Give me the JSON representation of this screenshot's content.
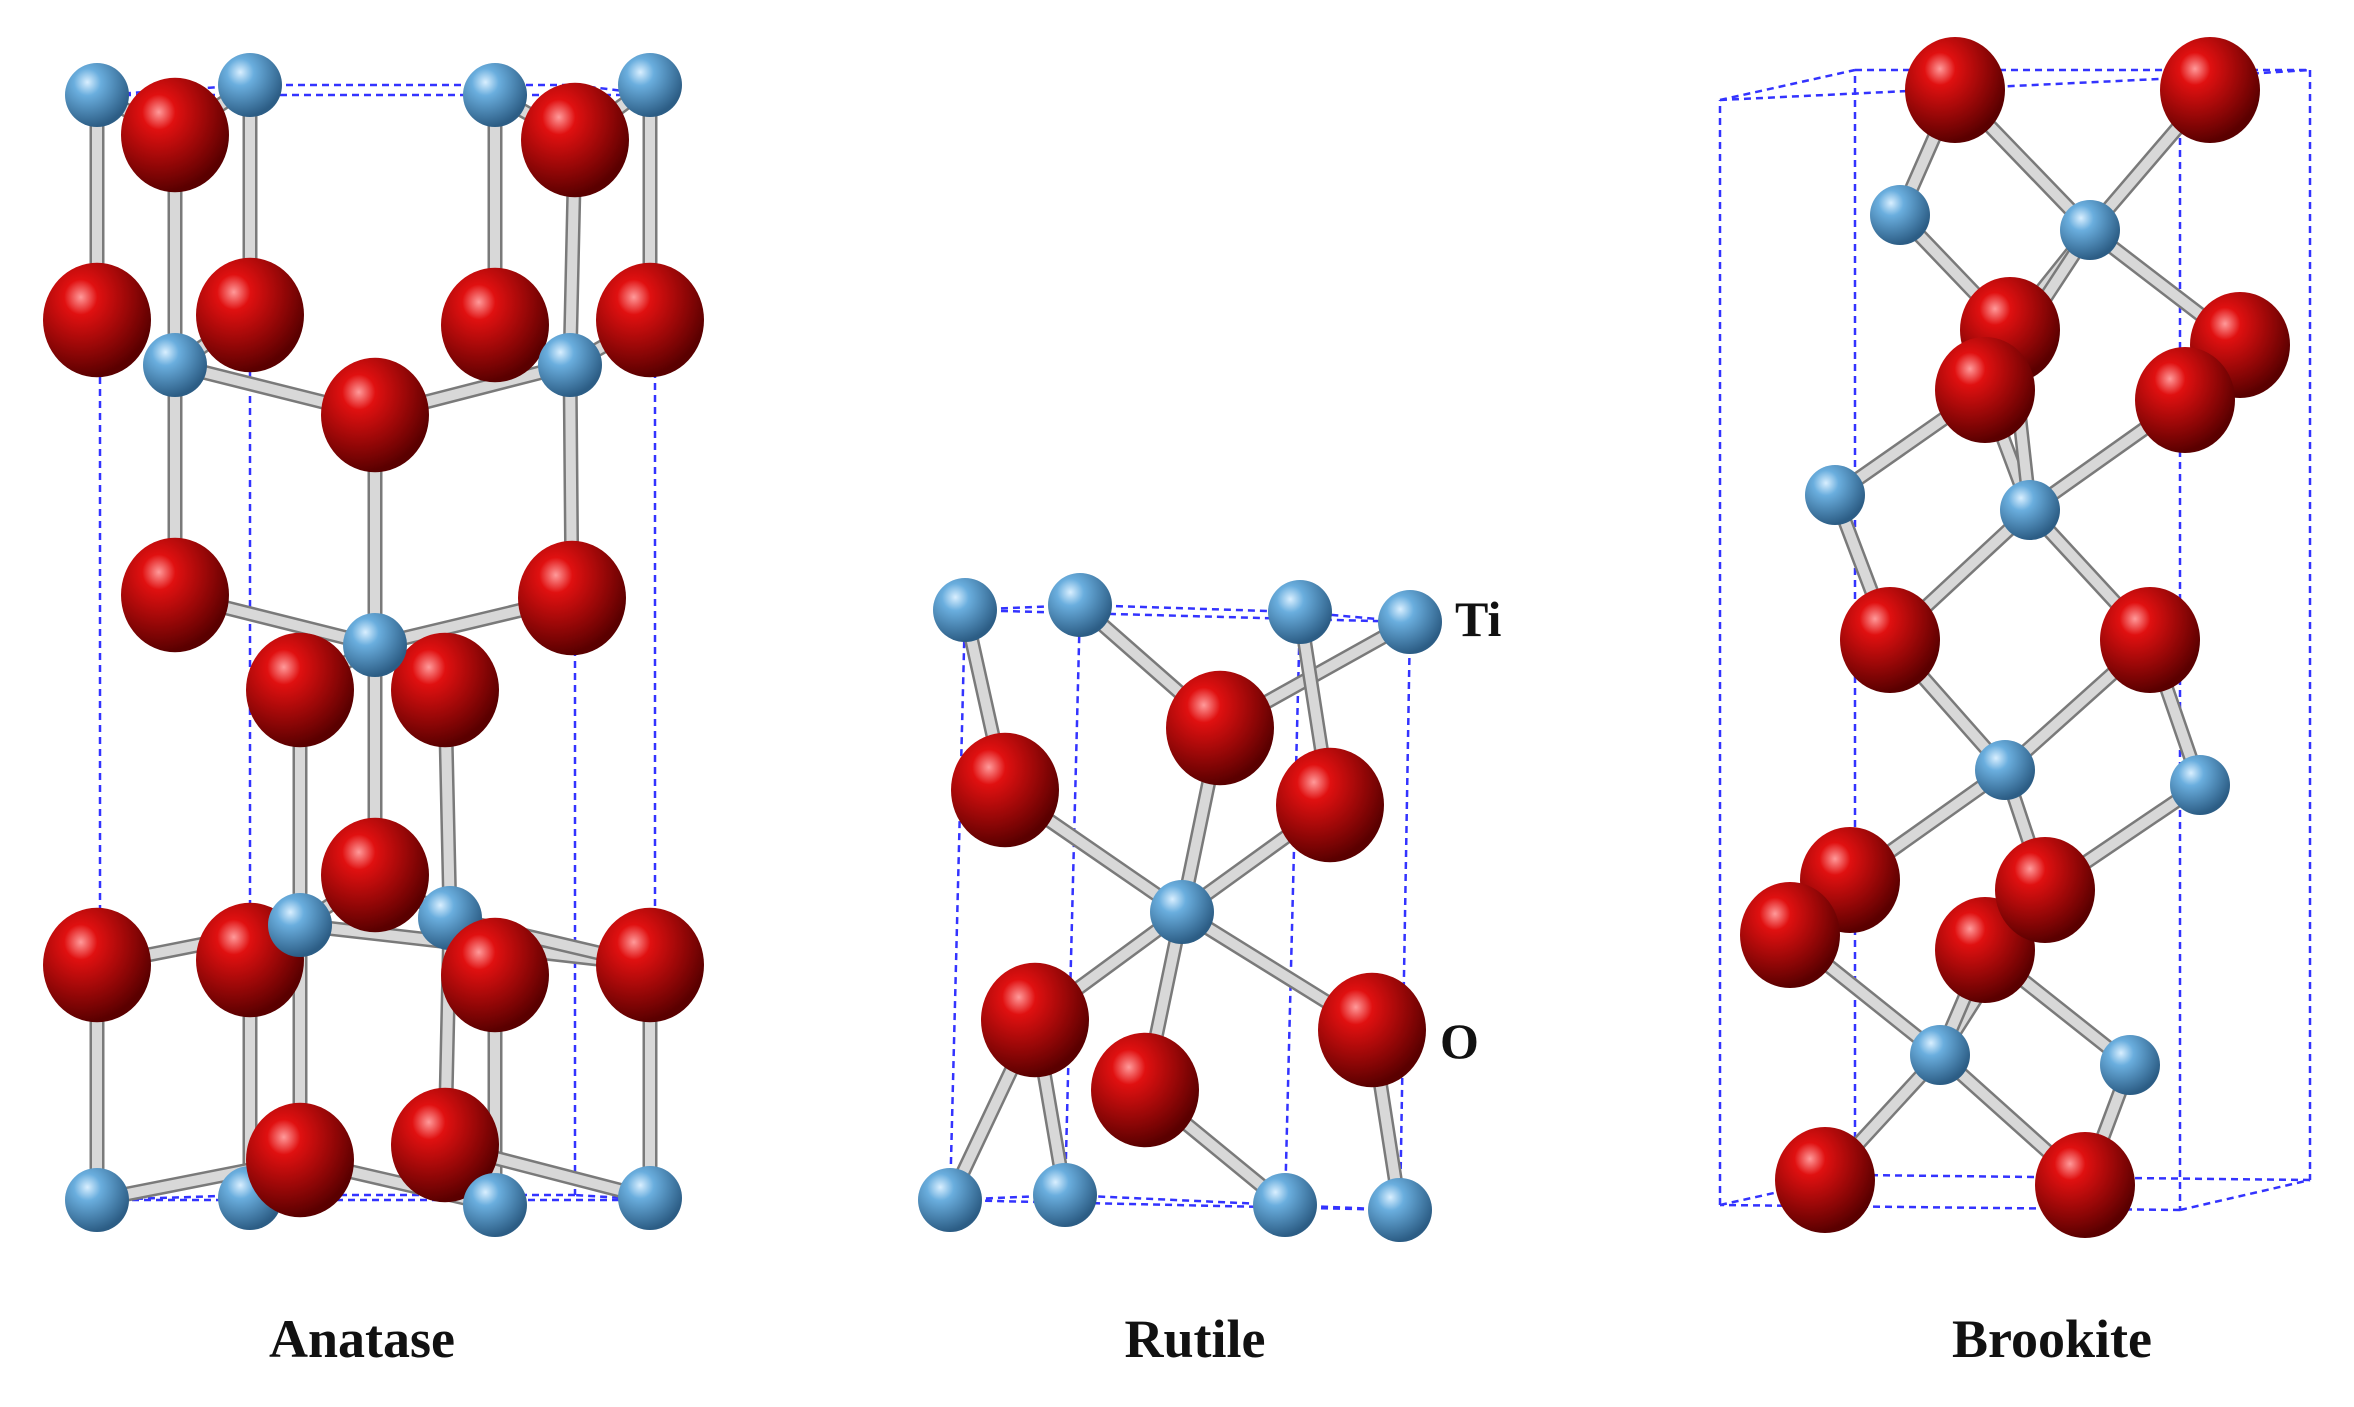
{
  "panels": [
    {
      "id": "anatase",
      "caption": "Anatase"
    },
    {
      "id": "rutile",
      "caption": "Rutile"
    },
    {
      "id": "brookite",
      "caption": "Brookite"
    }
  ],
  "atom_labels": {
    "ti": "Ti",
    "o": "O"
  },
  "colors": {
    "titanium": "#6aaede",
    "oxygen": "#cc0000",
    "bond": "#c8c8c8",
    "cell_edge": "#3333ff",
    "text": "#111111"
  }
}
